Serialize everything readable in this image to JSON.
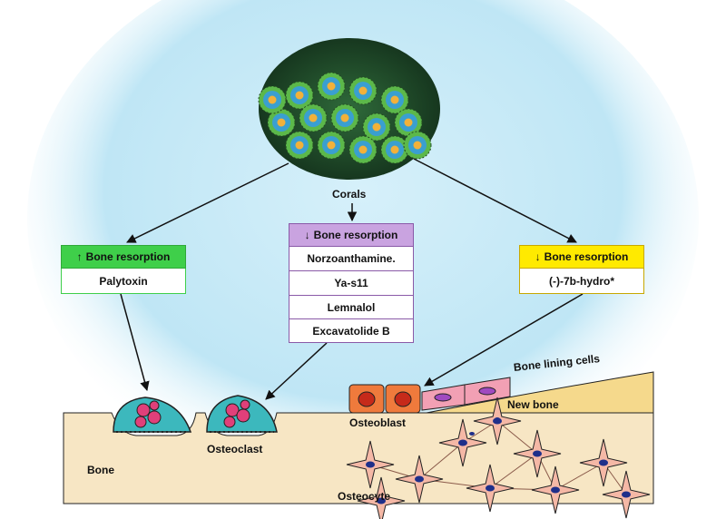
{
  "source": {
    "label": "Corals"
  },
  "panels": {
    "left": {
      "arrow": "↑",
      "header": "Bone resorption",
      "items": [
        "Palytoxin"
      ],
      "color": "#3fcf4a"
    },
    "center": {
      "arrow": "↓",
      "header": "Bone resorption",
      "items": [
        "Norzoanthamine.",
        "Ya-s11",
        "Lemnalol",
        "Excavatolide B"
      ],
      "color": "#c9a3e0"
    },
    "right": {
      "arrow": "↓",
      "header": "Bone resorption",
      "items": [
        "(-)-7b-hydro*"
      ],
      "color": "#ffea00"
    }
  },
  "labels": {
    "bone_lining_cells": "Bone lining cells",
    "new_bone": "New bone",
    "osteoblast": "Osteoblast",
    "osteoclast": "Osteoclast",
    "bone": "Bone",
    "osteocyte": "Osteocyte"
  },
  "colors": {
    "background_glow": "#bfe6f5",
    "bone": "#f7e6c4",
    "new_bone": "#f5d98c",
    "osteoclast": "#3cb8bd",
    "osteoclast_nucleus": "#e0407a",
    "osteoblast": "#ef7a3c",
    "osteoblast_nucleus": "#c62a1a",
    "lining_cell": "#f2a0b4",
    "lining_nucleus": "#a04ac0",
    "osteocyte": "#f5b8a6",
    "osteocyte_nucleus": "#1f2f8a"
  }
}
